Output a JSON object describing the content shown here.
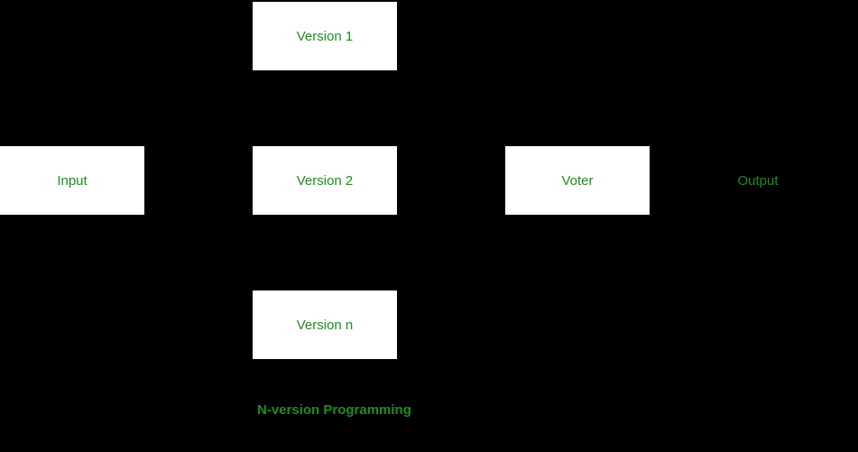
{
  "diagram": {
    "background_color": "#000000",
    "box_background_color": "#ffffff",
    "text_color": "#228B22",
    "nodes": [
      {
        "id": "version-1",
        "label": "Version 1",
        "boxed": true
      },
      {
        "id": "input",
        "label": "Input",
        "boxed": true
      },
      {
        "id": "version-2",
        "label": "Version 2",
        "boxed": true
      },
      {
        "id": "voter",
        "label": "Voter",
        "boxed": true
      },
      {
        "id": "output",
        "label": "Output",
        "boxed": false
      },
      {
        "id": "version-n",
        "label": "Version n",
        "boxed": true
      }
    ],
    "caption": "N-version Programming"
  }
}
